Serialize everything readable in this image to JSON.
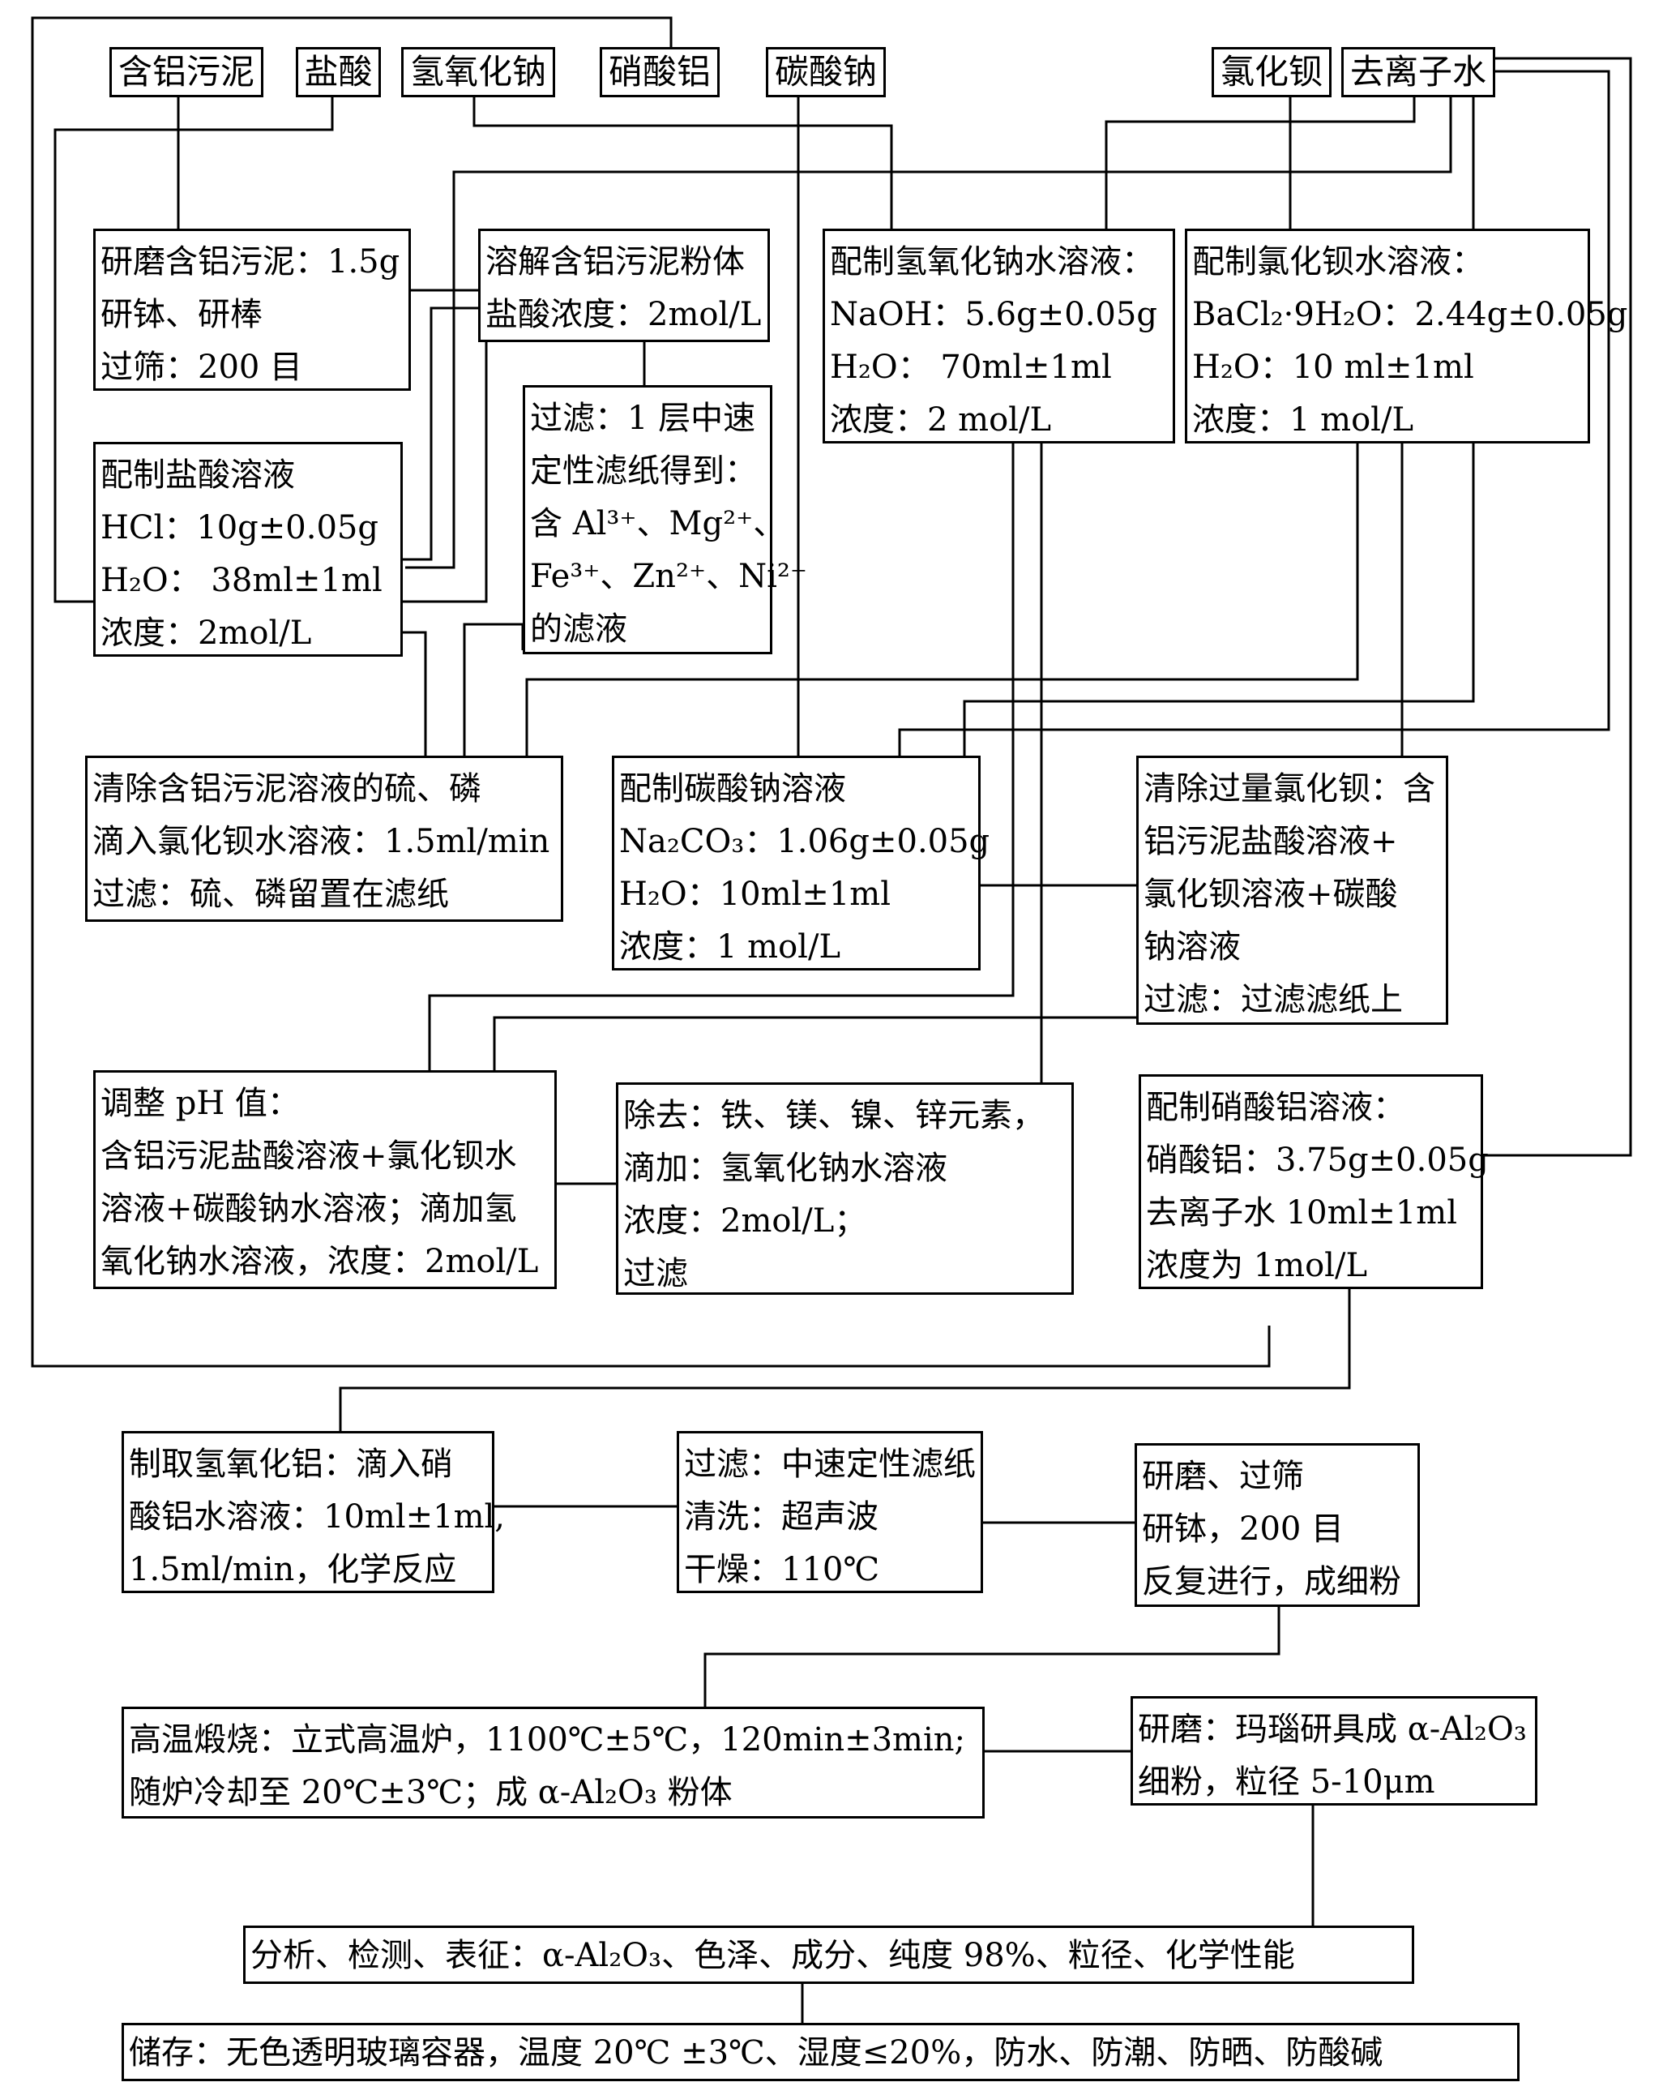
{
  "inputs": {
    "sludge": "含铝污泥",
    "hcl": "盐酸",
    "naoh": "氢氧化钠",
    "alnitrate": "硝酸铝",
    "na2co3": "碳酸钠",
    "bacl2": "氯化钡",
    "water": "去离子水"
  },
  "steps": {
    "grind": [
      "研磨含铝污泥：1.5g",
      "研钵、研棒",
      "过筛：200 目"
    ],
    "dissolve": [
      "溶解含铝污泥粉体",
      "盐酸浓度：2mol/L"
    ],
    "naoh_sol": [
      "配制氢氧化钠水溶液：",
      "NaOH：5.6g±0.05g",
      "H₂O：    70ml±1ml",
      "浓度：2 mol/L"
    ],
    "bacl2_sol": [
      "配制氯化钡水溶液：",
      "BaCl₂·9H₂O：2.44g±0.05g",
      "H₂O：10 ml±1ml",
      "浓度：1 mol/L"
    ],
    "hcl_sol": [
      "配制盐酸溶液",
      "HCl：10g±0.05g",
      "H₂O：  38ml±1ml",
      "浓度：2mol/L"
    ],
    "filter1": [
      "过滤：1 层中速",
      "定性滤纸得到：",
      "含 Al³⁺、Mg²⁺、",
      "Fe³⁺、Zn²⁺、Ni²⁺",
      "的滤液"
    ],
    "remove_sp": [
      "清除含铝污泥溶液的硫、磷",
      "滴入氯化钡水溶液：1.5ml/min",
      "过滤：硫、磷留置在滤纸"
    ],
    "na2co3_sol": [
      "配制碳酸钠溶液",
      "Na₂CO₃：1.06g±0.05g",
      "H₂O：10ml±1ml",
      "浓度：1 mol/L"
    ],
    "remove_ba": [
      "清除过量氯化钡：含",
      "铝污泥盐酸溶液+",
      "氯化钡溶液+碳酸",
      "钠溶液",
      "过滤：过滤滤纸上"
    ],
    "ph": [
      "调整 pH 值：",
      "含铝污泥盐酸溶液+氯化钡水",
      "溶液+碳酸钠水溶液；滴加氢",
      "氧化钠水溶液，浓度：2mol/L"
    ],
    "remove_metals": [
      "除去：铁、镁、镍、锌元素，",
      "滴加：氢氧化钠水溶液",
      "浓度：2mol/L；",
      "过滤"
    ],
    "alnitrate_sol": [
      "配制硝酸铝溶液：",
      "硝酸铝：3.75g±0.05g",
      "去离子水 10ml±1ml",
      "浓度为 1mol/L"
    ],
    "aloh3": [
      "制取氢氧化铝：滴入硝",
      "酸铝水溶液：10ml±1ml,",
      "1.5ml/min，化学反应"
    ],
    "filter2": [
      "过滤：中速定性滤纸",
      "清洗：超声波",
      "干燥：110℃"
    ],
    "grind2": [
      "研磨、过筛",
      "研钵，200 目",
      "反复进行，成细粉"
    ],
    "calcine": [
      "高温煅烧：立式高温炉，1100℃±5℃，120min±3min;",
      "随炉冷却至 20℃±3℃；成 α-Al₂O₃ 粉体"
    ],
    "grind3": [
      "研磨：玛瑙研具成 α-Al₂O₃",
      "细粉，粒径 5-10μm"
    ],
    "analysis": [
      "分析、检测、表征：α-Al₂O₃、色泽、成分、纯度 98%、粒径、化学性能"
    ],
    "storage": [
      "储存：无色透明玻璃容器，温度 20℃ ±3℃、湿度≤20%，防水、防潮、防晒、防酸碱"
    ]
  }
}
